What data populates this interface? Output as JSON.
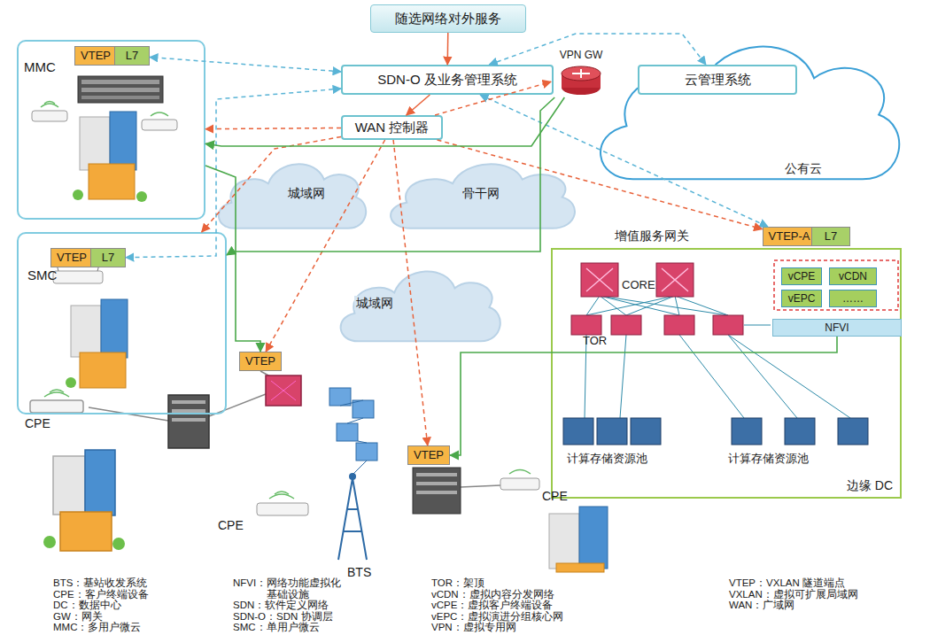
{
  "diagram": {
    "nodes": [
      {
        "text": [
          "随选网络对外服务"
        ]
      },
      {
        "text": [
          "SDN-O 及业务管理系统"
        ]
      },
      {
        "text": [
          "WAN 控制器"
        ]
      },
      {
        "text": [
          "MMC"
        ]
      },
      {
        "text": [
          "VTEP"
        ],
        "in": 3
      },
      {
        "text": [
          "L7"
        ],
        "in": 3
      },
      {
        "text": [
          "SMC"
        ]
      },
      {
        "text": [
          "VTEP"
        ],
        "in": 6
      },
      {
        "text": [
          "L7"
        ],
        "in": 6
      },
      {
        "text": [
          "公有云"
        ]
      },
      {
        "text": [
          "云管理系统"
        ],
        "in": 9
      },
      {
        "text": [
          "VPN GW"
        ]
      },
      {
        "text": [
          "城域网"
        ]
      },
      {
        "text": [
          "骨干网"
        ]
      },
      {
        "text": [
          "城域网"
        ]
      },
      {
        "text": [
          "增值服务网关",
          "边缘 DC"
        ]
      },
      {
        "text": [
          "VTEP-A"
        ]
      },
      {
        "text": [
          "L7"
        ]
      },
      {
        "text": [
          "vCPE"
        ],
        "in": 15
      },
      {
        "text": [
          "vCDN"
        ],
        "in": 15
      },
      {
        "text": [
          "vEPC"
        ],
        "in": 15
      },
      {
        "text": [
          "……"
        ],
        "in": 15
      },
      {
        "text": [
          "NFVI"
        ],
        "in": 15
      },
      {
        "text": [
          "VTEP"
        ]
      },
      {
        "text": [
          "VTEP"
        ]
      }
    ],
    "edges": [
      {
        "from": 0,
        "to": 1,
        "arrow": "to"
      },
      {
        "from": 1,
        "to": 2,
        "arrow": "to"
      },
      {
        "from": 1,
        "to": 5,
        "arrow": "both"
      },
      {
        "from": 1,
        "to": 8,
        "arrow": "both"
      },
      {
        "from": 1,
        "to": 10,
        "arrow": "both"
      },
      {
        "from": 1,
        "to": 16,
        "arrow": "both"
      },
      {
        "from": 2,
        "to": 3,
        "arrow": "to"
      },
      {
        "from": 2,
        "to": 6,
        "arrow": "to"
      },
      {
        "from": 2,
        "to": 23,
        "arrow": "to"
      },
      {
        "from": 2,
        "to": 24,
        "arrow": "to"
      },
      {
        "from": 2,
        "to": 11,
        "arrow": "to"
      },
      {
        "from": 2,
        "to": 16,
        "arrow": "to"
      },
      {
        "from": 11,
        "to": 3,
        "arrow": "to"
      },
      {
        "from": 11,
        "to": 6,
        "arrow": "to"
      },
      {
        "from": 3,
        "to": 23,
        "arrow": "to"
      },
      {
        "from": 22,
        "to": 24,
        "arrow": "to"
      }
    ],
    "labels": [
      "CORE",
      "TOR",
      "计算存储资源池",
      "计算存储资源池",
      "CPE",
      "CPE",
      "BTS",
      "CPE",
      "BTS：基站收发系统",
      "CPE：客户终端设备",
      "DC：数据中心",
      "GW：网关",
      "MMC：多用户微云",
      "NFVI：网络功能虚拟化 基础设施",
      "SDN：软件定义网络",
      "SDN-O：SDN 协调层",
      "SMC：单用户微云",
      "TOR：架顶",
      "vCDN：虚拟内容分发网络",
      "vCPE：虚拟客户终端设备",
      "vEPC：虚拟演进分组核心网",
      "VPN：虚拟专用网",
      "VTEP：VXLAN 隧道端点",
      "VXLAN：虚拟可扩展局域网",
      "WAN：广域网"
    ]
  }
}
